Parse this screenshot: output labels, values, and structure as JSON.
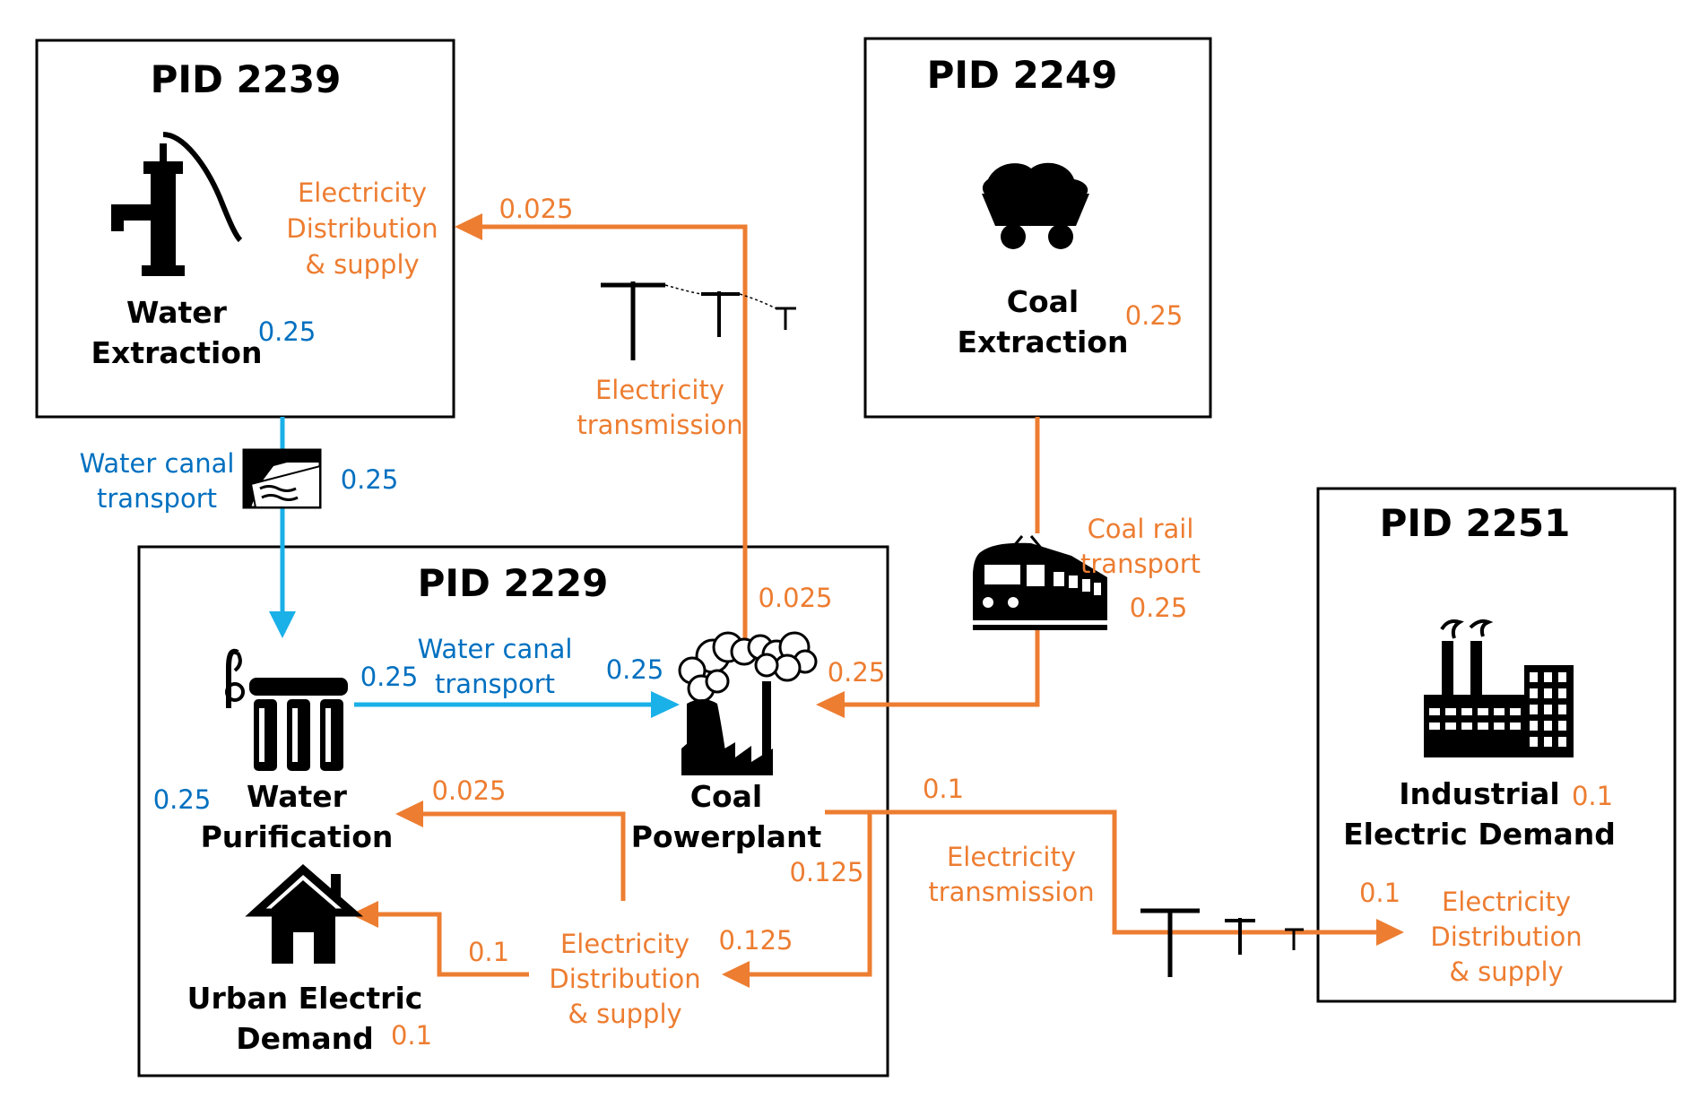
{
  "colors": {
    "orange": "#ED7D31",
    "blue_line": "#1AB0E8",
    "blue_text": "#0070C0",
    "black": "#000000"
  },
  "icons": [
    "water-pump-icon",
    "coal-cart-icon",
    "water-canal-icon",
    "water-filter-icon",
    "powerplant-icon",
    "train-icon",
    "factory-icon",
    "house-icon",
    "power-line-icon"
  ],
  "boxes": {
    "pid_2239": {
      "title": "PID 2239",
      "process_line1": "Water",
      "process_line2": "Extraction",
      "process_value": "0.25",
      "service_line1": "Electricity",
      "service_line2": "Distribution",
      "service_line3": "& supply"
    },
    "pid_2249": {
      "title": "PID 2249",
      "process_line1": "Coal",
      "process_line2": "Extraction",
      "process_value": "0.25"
    },
    "pid_2229": {
      "title": "PID 2229",
      "water_purification_line1": "Water",
      "water_purification_line2": "Purification",
      "water_purification_value": "0.25",
      "powerplant_line1": "Coal",
      "powerplant_line2": "Powerplant",
      "urban_line1": "Urban Electric",
      "urban_line2": "Demand",
      "urban_value": "0.1",
      "dist_line1": "Electricity",
      "dist_line2": "Distribution",
      "dist_line3": "& supply",
      "inner_canal_line1": "Water canal",
      "inner_canal_line2": "transport",
      "inner_canal_in_value": "0.25",
      "inner_canal_out_value": "0.25",
      "to_purification_value": "0.025",
      "to_urban_value": "0.1",
      "to_dist_value_a": "0.125",
      "to_dist_value_b": "0.125"
    },
    "pid_2251": {
      "title": "PID 2251",
      "process_line1": "Industrial",
      "process_line2": "Electric Demand",
      "process_value": "0.1",
      "service_line1": "Electricity",
      "service_line2": "Distribution",
      "service_line3": "& supply",
      "service_value": "0.1"
    }
  },
  "flows": {
    "water_canal": {
      "label_line1": "Water canal",
      "label_line2": "transport",
      "value": "0.25"
    },
    "transmission_up": {
      "label_line1": "Electricity",
      "label_line2": "transmission",
      "value_top": "0.025",
      "value_bottom": "0.025"
    },
    "coal_rail": {
      "label_line1": "Coal rail",
      "label_line2": "transport",
      "value": "0.25",
      "value_arrive": "0.25"
    },
    "transmission_right": {
      "label_line1": "Electricity",
      "label_line2": "transmission",
      "value": "0.1"
    }
  }
}
